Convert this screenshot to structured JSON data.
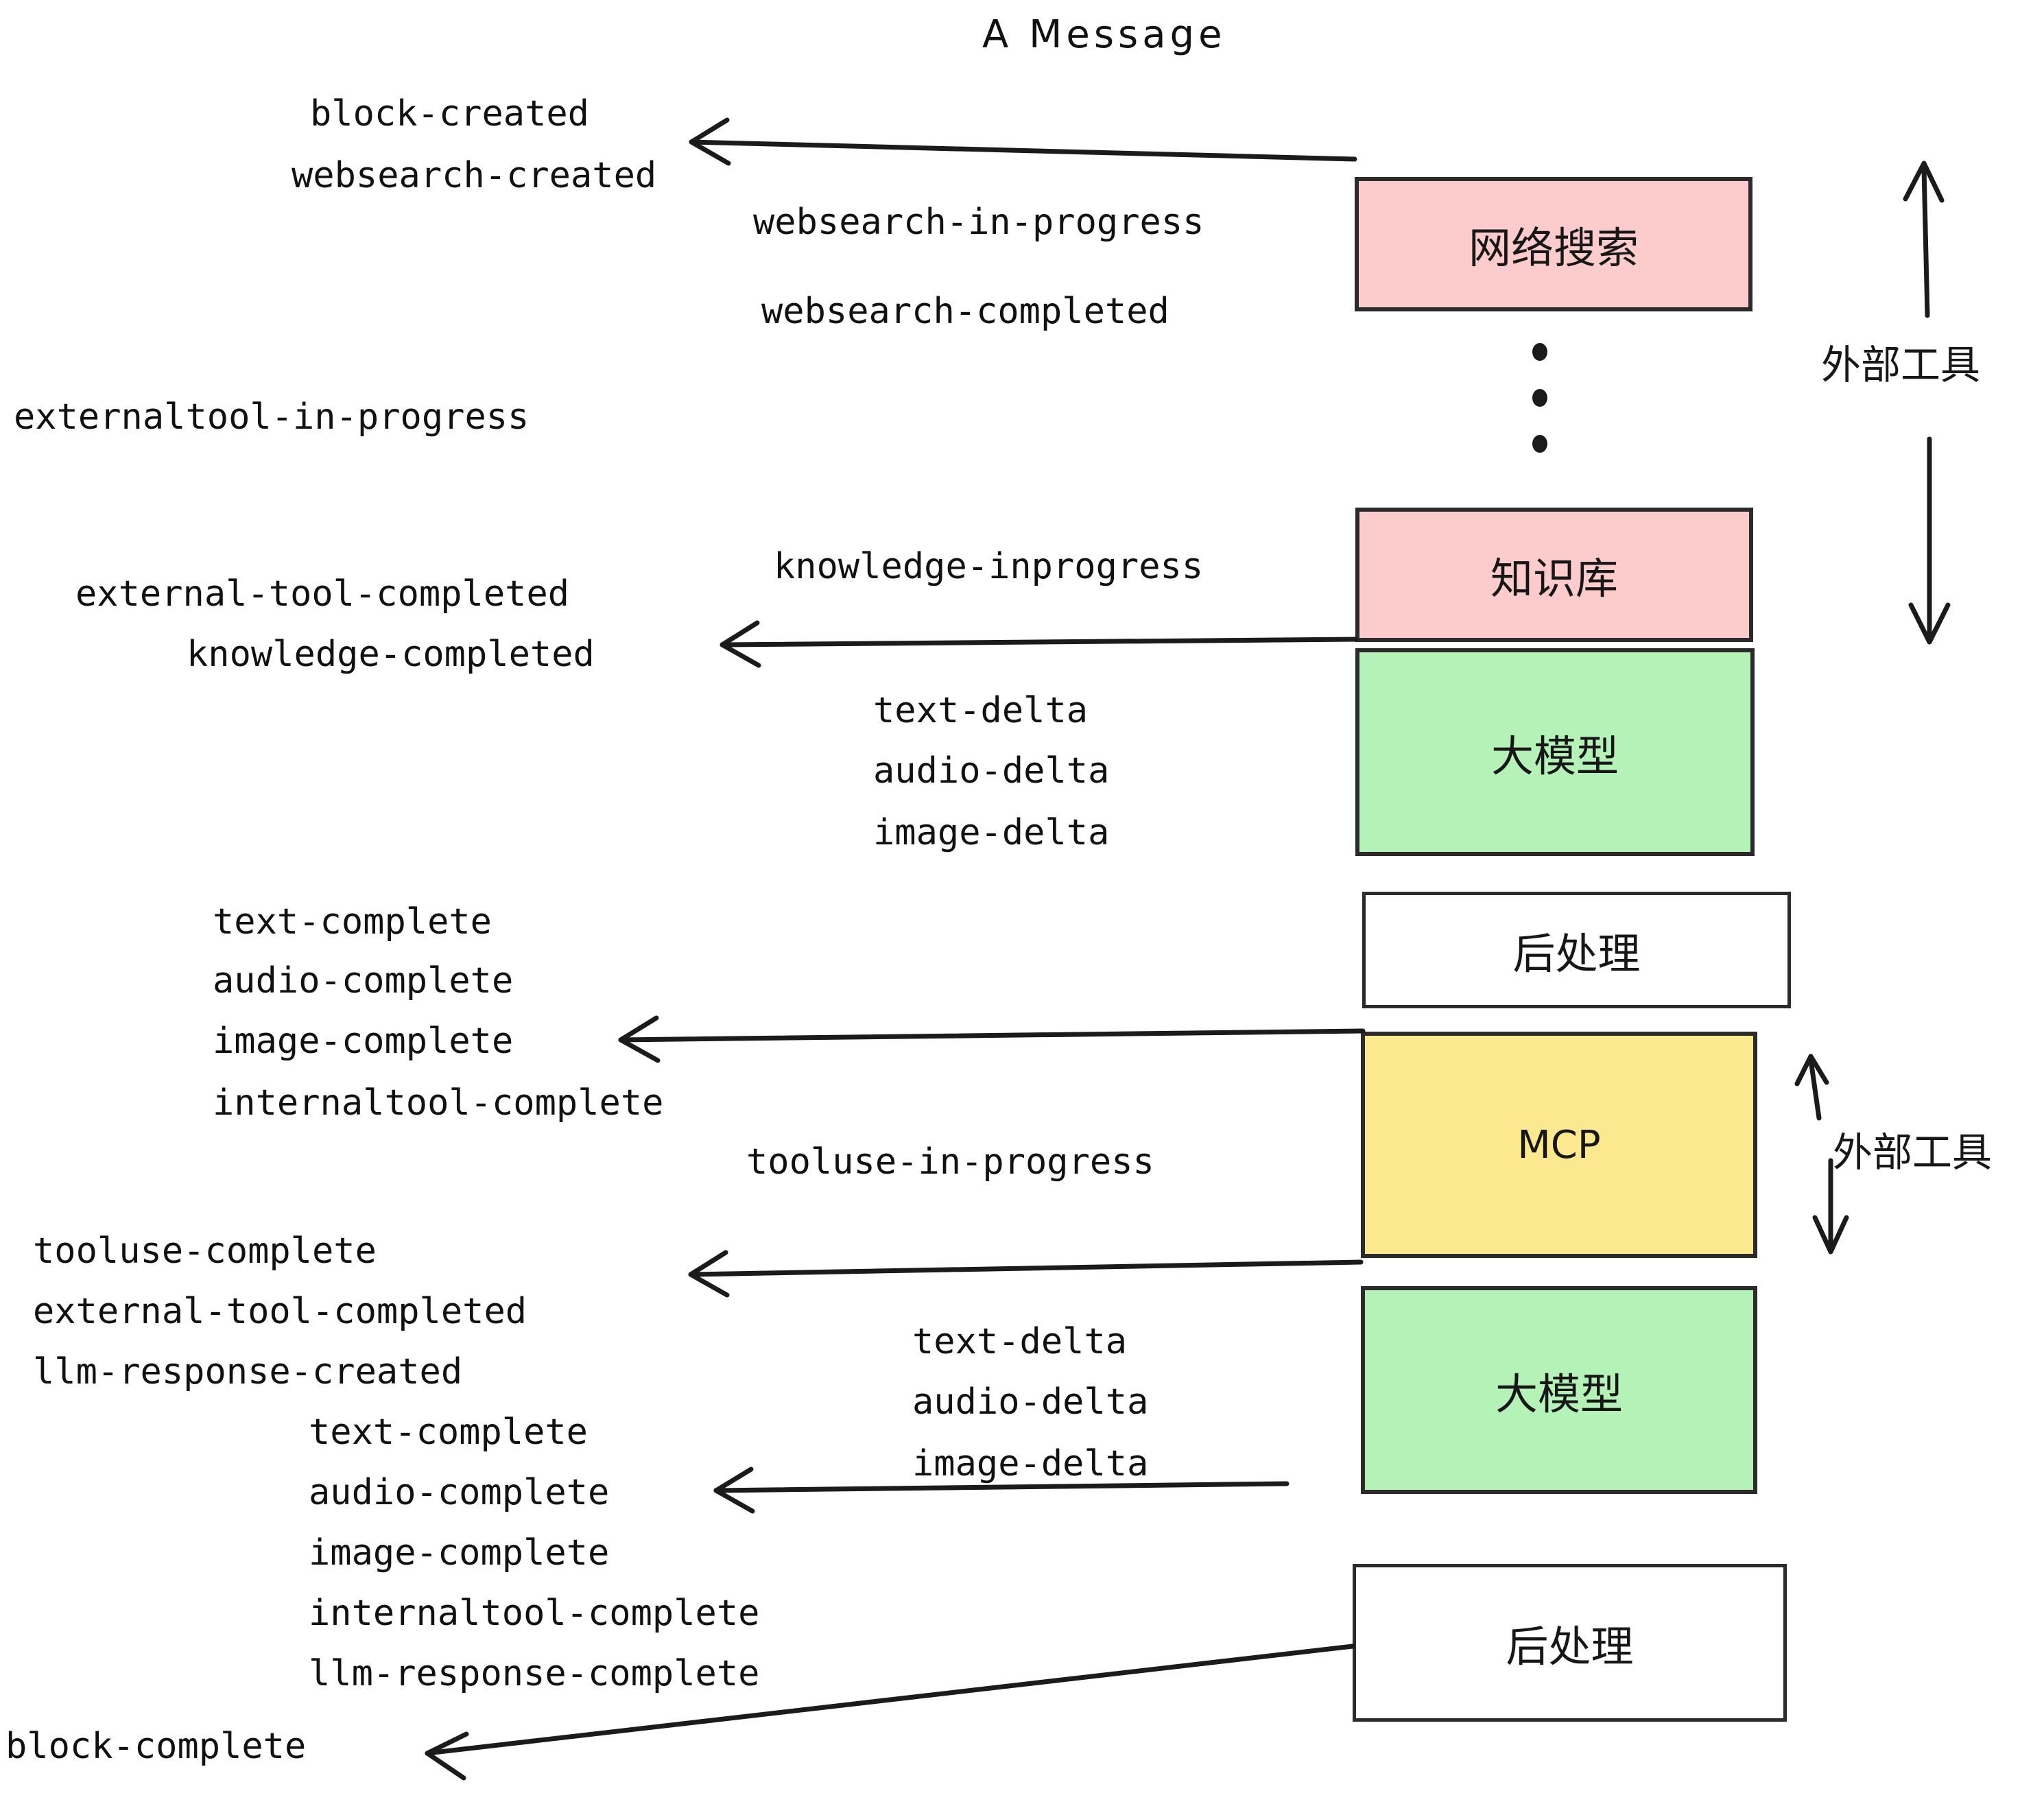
{
  "title": "A Message",
  "colors": {
    "pink": "#FCCBCB",
    "green": "#B4F2B8",
    "yellow": "#FCE98F",
    "white": "#FFFFFF",
    "stroke": "#2b2b2b",
    "text": "#111111"
  },
  "nodes": [
    {
      "id": "websearch",
      "label": "网络搜索",
      "fill": "#FCCBCB"
    },
    {
      "id": "knowledge",
      "label": "知识库",
      "fill": "#FCCBCB"
    },
    {
      "id": "llm-top",
      "label": "大模型",
      "fill": "#B4F2B8"
    },
    {
      "id": "postprocess-top",
      "label": "后处理",
      "fill": "#FFFFFF"
    },
    {
      "id": "mcp",
      "label": "MCP",
      "fill": "#FCE98F"
    },
    {
      "id": "llm-bottom",
      "label": "大模型",
      "fill": "#B4F2B8"
    },
    {
      "id": "postprocess-bottom",
      "label": "后处理",
      "fill": "#FFFFFF"
    }
  ],
  "group_labels": [
    {
      "id": "external-tools-top",
      "label": "外部工具"
    },
    {
      "id": "external-tools-bottom",
      "label": "外部工具"
    }
  ],
  "events": [
    {
      "id": "block-created",
      "text": "block-created"
    },
    {
      "id": "websearch-created",
      "text": "websearch-created"
    },
    {
      "id": "websearch-in-progress",
      "text": "websearch-in-progress"
    },
    {
      "id": "websearch-completed",
      "text": "websearch-completed"
    },
    {
      "id": "externaltool-in-progress",
      "text": "externaltool-in-progress"
    },
    {
      "id": "knowledge-inprogress",
      "text": "knowledge-inprogress"
    },
    {
      "id": "external-tool-completed-1",
      "text": "external-tool-completed"
    },
    {
      "id": "knowledge-completed",
      "text": "knowledge-completed"
    },
    {
      "id": "text-delta-1",
      "text": "text-delta"
    },
    {
      "id": "audio-delta-1",
      "text": "audio-delta"
    },
    {
      "id": "image-delta-1",
      "text": "image-delta"
    },
    {
      "id": "text-complete-1",
      "text": "text-complete"
    },
    {
      "id": "audio-complete-1",
      "text": "audio-complete"
    },
    {
      "id": "image-complete-1",
      "text": "image-complete"
    },
    {
      "id": "internaltool-complete-1",
      "text": "internaltool-complete"
    },
    {
      "id": "tooluse-in-progress",
      "text": "tooluse-in-progress"
    },
    {
      "id": "tooluse-complete",
      "text": "tooluse-complete"
    },
    {
      "id": "external-tool-completed-2",
      "text": "external-tool-completed"
    },
    {
      "id": "llm-response-created",
      "text": "llm-response-created"
    },
    {
      "id": "text-delta-2",
      "text": "text-delta"
    },
    {
      "id": "audio-delta-2",
      "text": "audio-delta"
    },
    {
      "id": "image-delta-2",
      "text": "image-delta"
    },
    {
      "id": "text-complete-2",
      "text": "text-complete"
    },
    {
      "id": "audio-complete-2",
      "text": "audio-complete"
    },
    {
      "id": "image-complete-2",
      "text": "image-complete"
    },
    {
      "id": "internaltool-complete-2",
      "text": "internaltool-complete"
    },
    {
      "id": "llm-response-complete",
      "text": "llm-response-complete"
    },
    {
      "id": "block-complete",
      "text": "block-complete"
    }
  ]
}
